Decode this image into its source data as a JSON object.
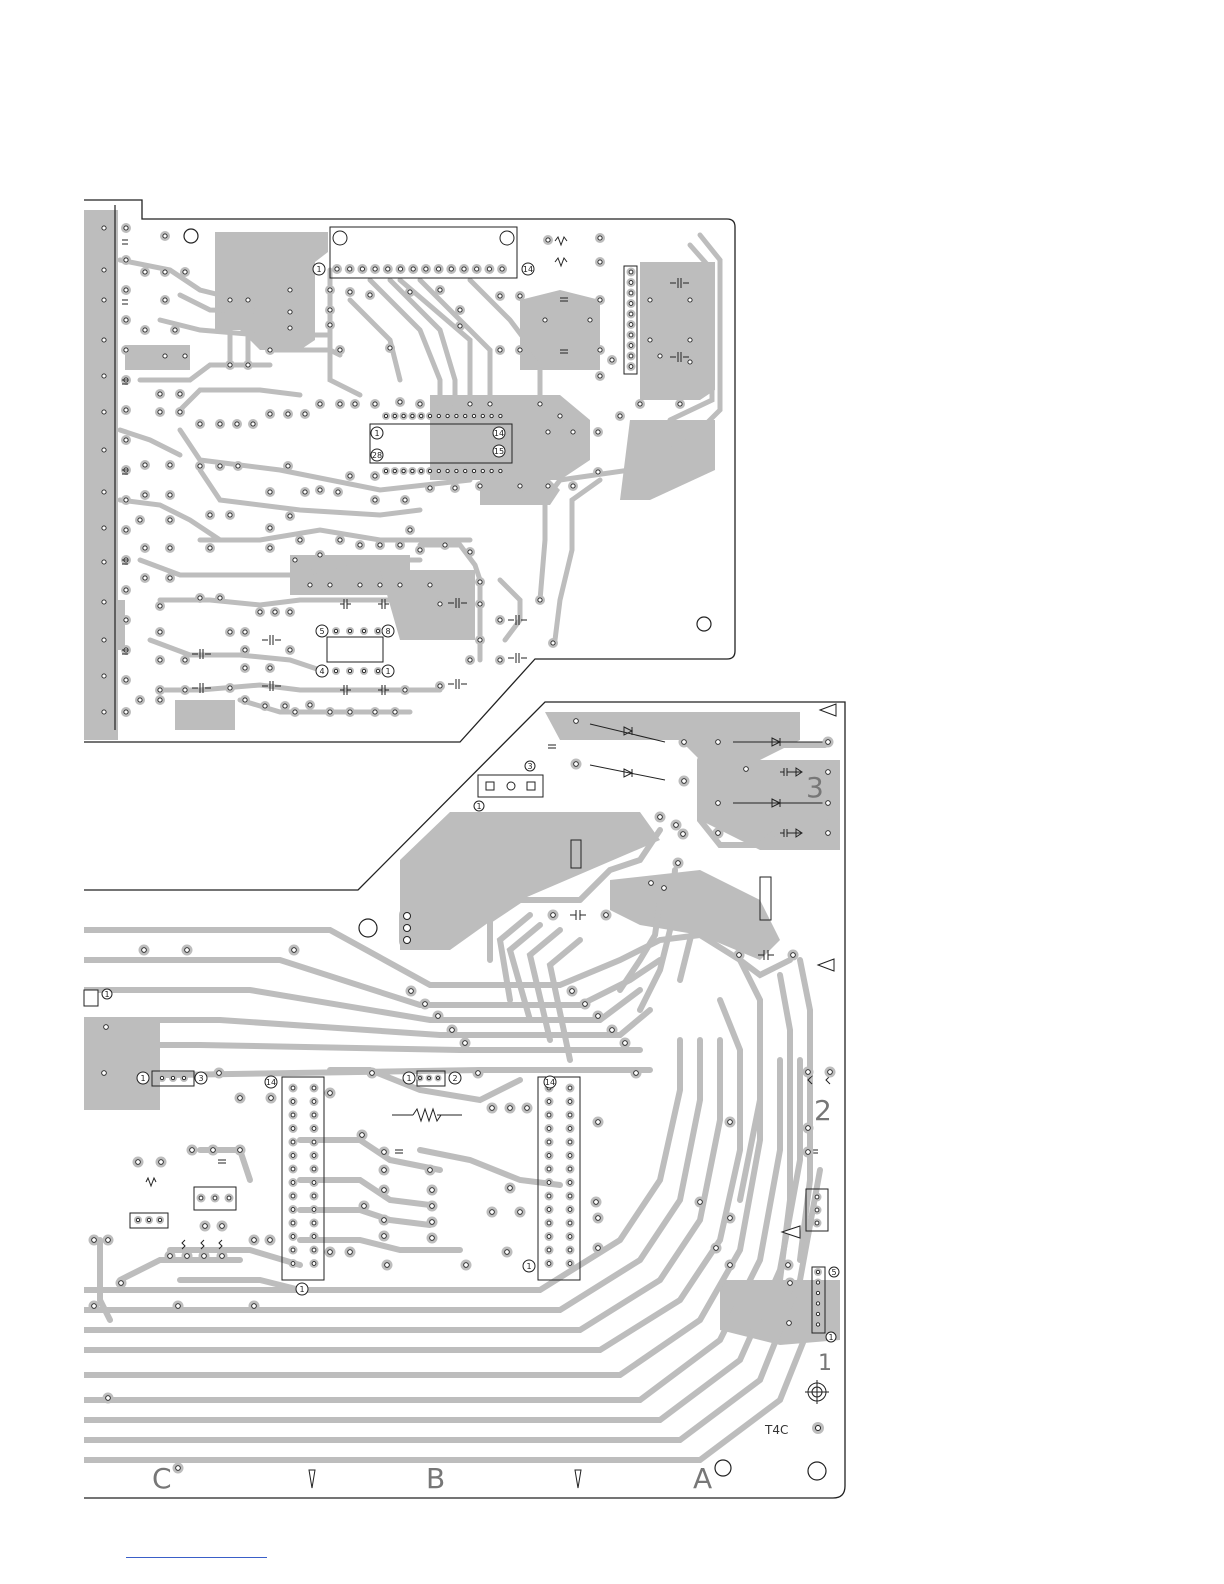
{
  "colors": {
    "copper": "#bdbdbd",
    "outline": "#222222",
    "background": "#ffffff",
    "accent_line": "#3a5fc8"
  },
  "upper_board": {
    "ic_connector": {
      "pin_first": "1",
      "pin_last": "14"
    },
    "ic_28pin": {
      "pin_top_left": "1",
      "pin_top_right": "14",
      "pin_bottom_left": "28",
      "pin_bottom_right": "15"
    },
    "ic_8pin": {
      "pin_top_left": "5",
      "pin_top_right": "8",
      "pin_bottom_left": "4",
      "pin_bottom_right": "1"
    }
  },
  "lower_board": {
    "regulator_pin_a": "1",
    "regulator_pin_b": "3",
    "left_connector_pin": "1",
    "jumper_left": {
      "pin_first": "1",
      "pin_last": "3"
    },
    "jumper_mid": {
      "pin_first": "1",
      "pin_last": "2"
    },
    "ic_left": {
      "pin_top": "14",
      "pin_bottom": "1"
    },
    "ic_right": {
      "pin_top": "14",
      "pin_bottom": "1"
    },
    "connector_right": {
      "pin_top": "5",
      "pin_bottom": "1"
    },
    "section_3": "3",
    "section_2": "2",
    "section_1": "1",
    "board_code": "T4C",
    "letter_c": "C",
    "letter_b": "B",
    "letter_a": "A"
  }
}
